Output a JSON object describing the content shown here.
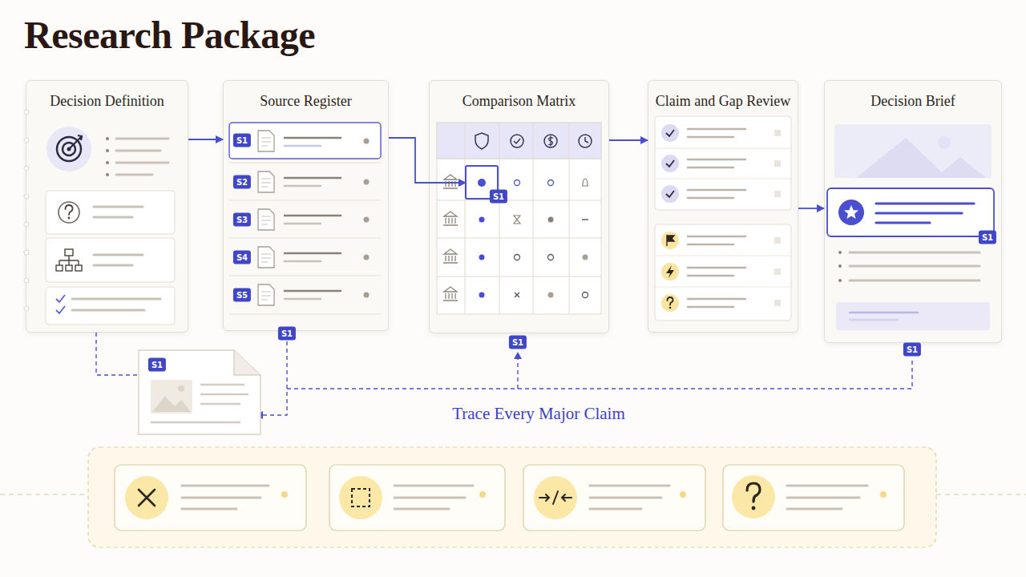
{
  "diagram": {
    "title": "Research Package",
    "nodes": [
      {
        "text": [
          "Decision Definition"
        ]
      },
      {
        "text": [
          "Source Register"
        ]
      },
      {
        "text": [
          "Comparison Matrix"
        ]
      },
      {
        "text": [
          "Claim and Gap Review"
        ]
      },
      {
        "text": [
          "Decision Brief"
        ]
      }
    ],
    "edges": [
      {
        "from": 0,
        "to": 1,
        "arrow": "to"
      },
      {
        "from": 1,
        "to": 2,
        "arrow": "to"
      },
      {
        "from": 2,
        "to": 3,
        "arrow": "to"
      },
      {
        "from": 3,
        "to": 4,
        "arrow": "to"
      }
    ],
    "labels": [
      "S1",
      "S2",
      "S3",
      "S4",
      "S5",
      "S1",
      "S1",
      "S1",
      "S1",
      "S1",
      "S1",
      "Trace Every Major Claim"
    ]
  }
}
